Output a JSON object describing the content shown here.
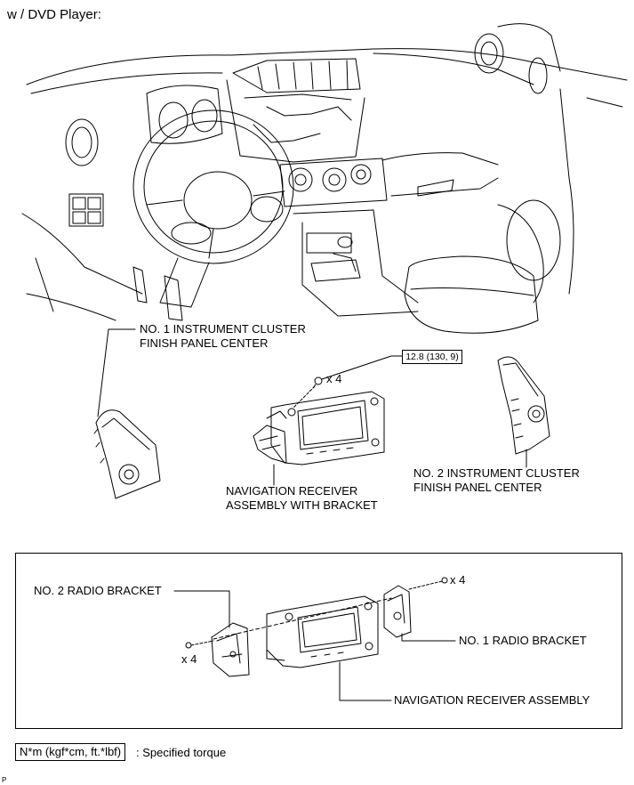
{
  "header": "w / DVD Player:",
  "labels": {
    "cluster1": [
      "NO. 1 INSTRUMENT CLUSTER",
      "FINISH PANEL CENTER"
    ],
    "cluster2": [
      "NO. 2 INSTRUMENT CLUSTER",
      "FINISH PANEL CENTER"
    ],
    "nav_bracket": [
      "NAVIGATION RECEIVER",
      "ASSEMBLY WITH BRACKET"
    ],
    "radio2": "NO. 2 RADIO BRACKET",
    "radio1": "NO. 1 RADIO BRACKET",
    "nav_assy": "NAVIGATION RECEIVER ASSEMBLY"
  },
  "torque": "12.8 (130, 9)",
  "qty": {
    "screws_top": "x 4",
    "screws_inset_right": "x 4",
    "screws_inset_left": "x 4"
  },
  "legend": {
    "unit": "N*m (kgf*cm, ft.*lbf)",
    "desc": ": Specified torque"
  },
  "corner_mark": "P"
}
